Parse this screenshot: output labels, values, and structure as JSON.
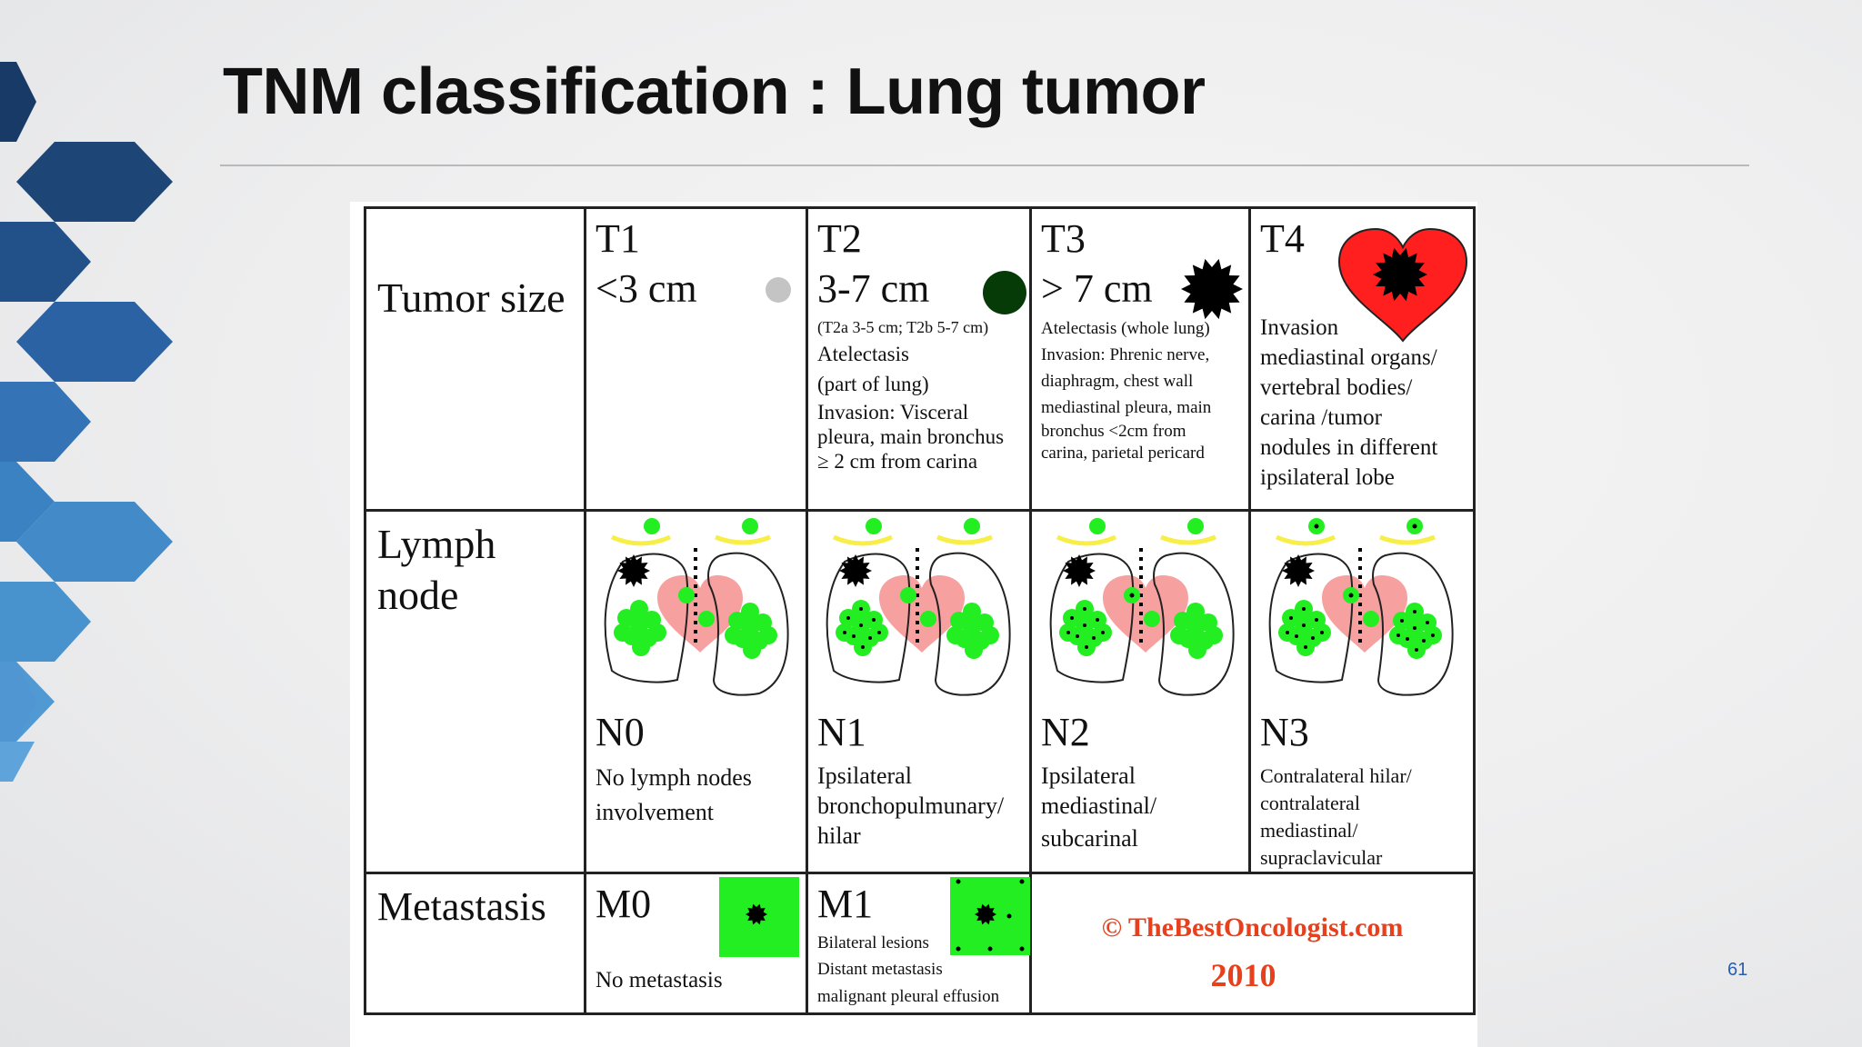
{
  "slide": {
    "title": "TNM classification : Lung tumor",
    "page_number": "61"
  },
  "colors": {
    "node_green": "#22ee22",
    "heart_red": "#ff1f1f",
    "heart_pink": "#f7a0a0",
    "credit_orange": "#e8401c",
    "deco_navy": "#173a66",
    "deco_blue": "#4f96d2"
  },
  "table": {
    "rows": {
      "tumor": "Tumor size",
      "lymph": "Lymph node",
      "metastasis": "Metastasis"
    },
    "t_stages": [
      {
        "stage": "T1",
        "size": "<3 cm",
        "icon": "gray-dot-icon",
        "lines": []
      },
      {
        "stage": "T2",
        "size": "3-7 cm",
        "icon": "dark-green-dot-icon",
        "note": "(T2a 3-5 cm; T2b 5-7 cm)",
        "lines": [
          "Atelectasis",
          "(part of lung)",
          "Invasion: Visceral",
          "pleura, main bronchus",
          "≥ 2 cm from carina"
        ]
      },
      {
        "stage": "T3",
        "size": "> 7 cm",
        "icon": "black-starburst-icon",
        "lines": [
          "Atelectasis (whole lung)",
          "Invasion: Phrenic nerve,",
          "diaphragm, chest wall",
          "mediastinal pleura, main",
          "bronchus <2cm from",
          "carina, parietal pericard"
        ]
      },
      {
        "stage": "T4",
        "size": "",
        "icon": "heart-tumor-icon",
        "lines": [
          "Invasion",
          "mediastinal organs/",
          "vertebral bodies/",
          "carina /tumor",
          "nodules in different",
          "ipsilateral lobe"
        ]
      }
    ],
    "n_stages": [
      {
        "stage": "N0",
        "lines": [
          "No lymph nodes",
          "involvement"
        ]
      },
      {
        "stage": "N1",
        "lines": [
          "Ipsilateral",
          "bronchopulmunary/",
          "hilar"
        ]
      },
      {
        "stage": "N2",
        "lines": [
          "Ipsilateral",
          "mediastinal/",
          "subcarinal"
        ]
      },
      {
        "stage": "N3",
        "lines": [
          "Contralateral hilar/",
          "contralateral",
          "mediastinal/",
          "supraclavicular"
        ]
      }
    ],
    "m_stages": [
      {
        "stage": "M0",
        "lines": [
          "No metastasis"
        ]
      },
      {
        "stage": "M1",
        "lines": [
          "Bilateral lesions",
          "Distant metastasis",
          "malignant pleural  effusion"
        ]
      }
    ],
    "credit": {
      "site": "© TheBestOncologist.com",
      "year": "2010"
    }
  }
}
